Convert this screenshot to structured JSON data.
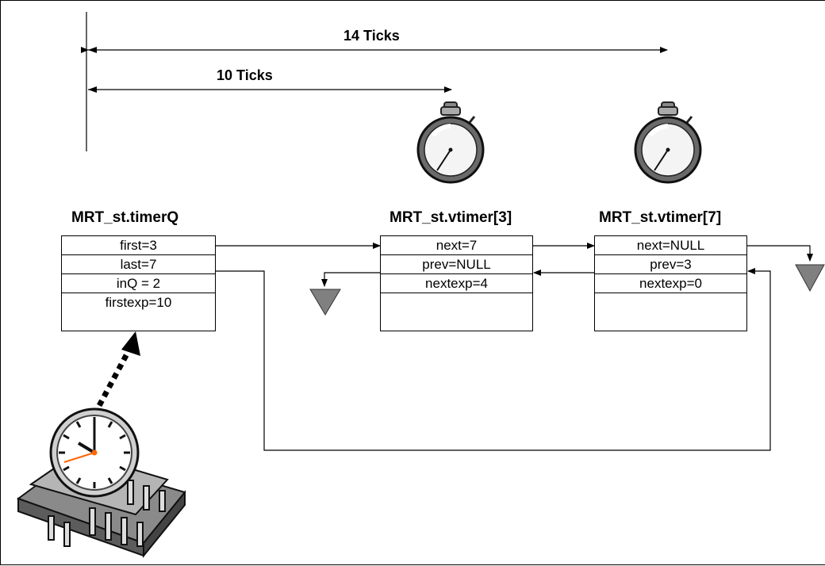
{
  "ticks": {
    "long": "14 Ticks",
    "short": "10 Ticks"
  },
  "timerQ": {
    "title": "MRT_st.timerQ",
    "fields": [
      "first=3",
      "last=7",
      "inQ = 2",
      "firstexp=10"
    ]
  },
  "vtimer3": {
    "title": "MRT_st.vtimer[3]",
    "fields": [
      "next=7",
      "prev=NULL",
      "nextexp=4",
      ""
    ]
  },
  "vtimer7": {
    "title": "MRT_st.vtimer[7]",
    "fields": [
      "next=NULL",
      "prev=3",
      "nextexp=0",
      ""
    ]
  },
  "icons": [
    "stopwatch-icon",
    "wall-clock-icon",
    "ic-chip-icon",
    "ground-triangle-icon"
  ],
  "colors": {
    "ground": "#808080",
    "clock_hand": "#ff6600",
    "stopwatch_body": "#666666"
  }
}
